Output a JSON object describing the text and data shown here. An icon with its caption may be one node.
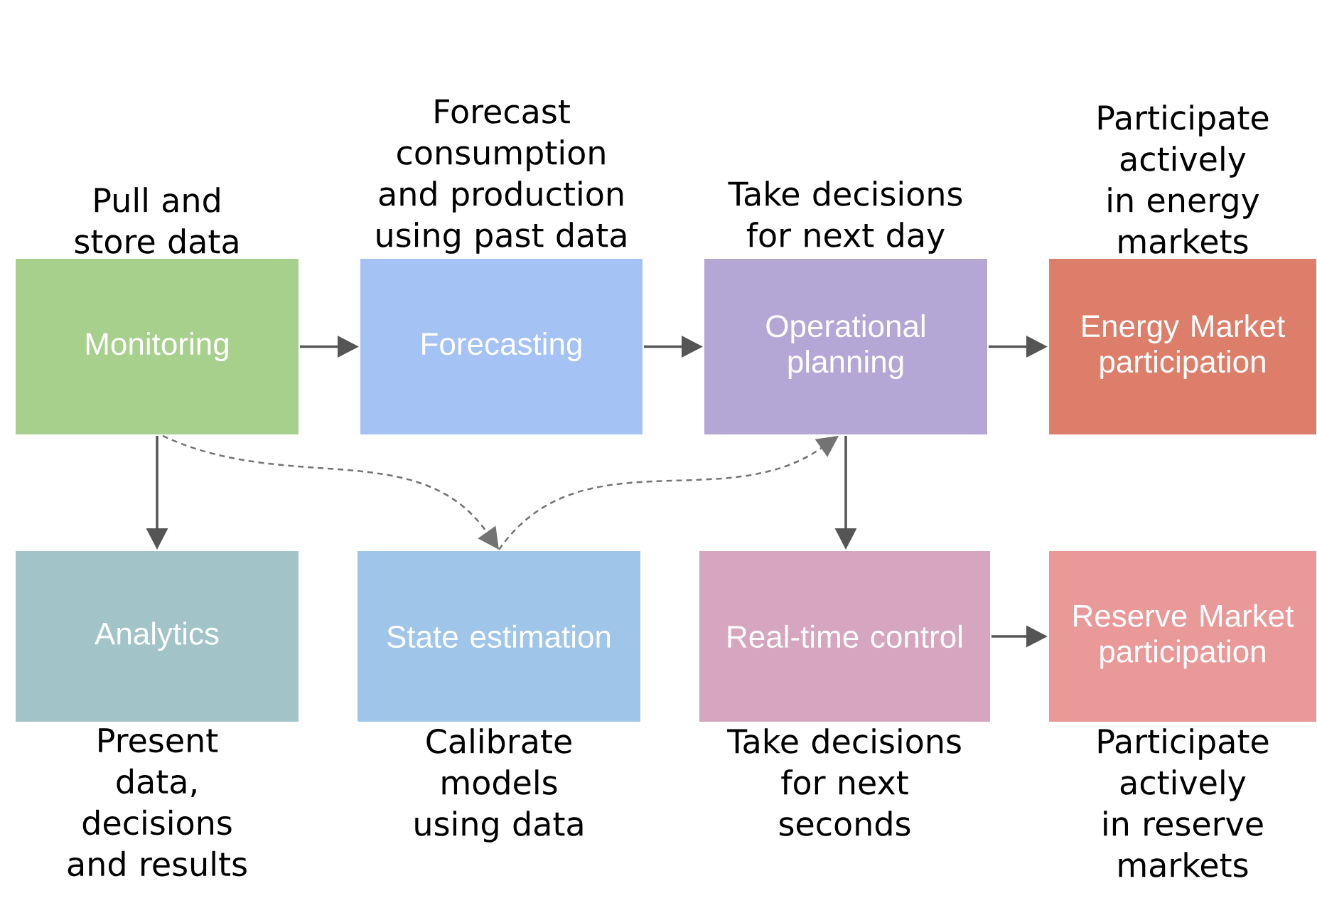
{
  "diagram": {
    "nodes": [
      {
        "text": [
          "Monitoring"
        ],
        "beside": [
          "Pull and store data"
        ]
      },
      {
        "text": [
          "Forecasting"
        ],
        "beside": [
          "Forecast consumption and production using past data"
        ]
      },
      {
        "text": [
          "Operational planning"
        ],
        "beside": [
          "Take decisions for next day"
        ]
      },
      {
        "text": [
          "Energy Market participation"
        ],
        "beside": [
          "Participate actively in energy markets"
        ]
      },
      {
        "text": [
          "Analytics"
        ],
        "beside": [
          "Present data, decisions and results"
        ]
      },
      {
        "text": [
          "State estimation"
        ],
        "beside": [
          "Calibrate models using data"
        ]
      },
      {
        "text": [
          "Real-time control"
        ],
        "beside": [
          "Take decisions for next seconds"
        ]
      },
      {
        "text": [
          "Reserve Market participation"
        ],
        "beside": [
          "Participate actively in reserve markets"
        ]
      }
    ],
    "edges": [
      {
        "from": 0,
        "to": 1,
        "arrow": "to"
      },
      {
        "from": 1,
        "to": 2,
        "arrow": "to"
      },
      {
        "from": 2,
        "to": 3,
        "arrow": "to"
      },
      {
        "from": 0,
        "to": 4,
        "arrow": "to"
      },
      {
        "from": 0,
        "to": 5,
        "arrow": "to",
        "style": "dashed"
      },
      {
        "from": 5,
        "to": 2,
        "arrow": "to",
        "style": "dashed"
      },
      {
        "from": 2,
        "to": 6,
        "arrow": "to"
      },
      {
        "from": 6,
        "to": 7,
        "arrow": "to"
      }
    ]
  }
}
